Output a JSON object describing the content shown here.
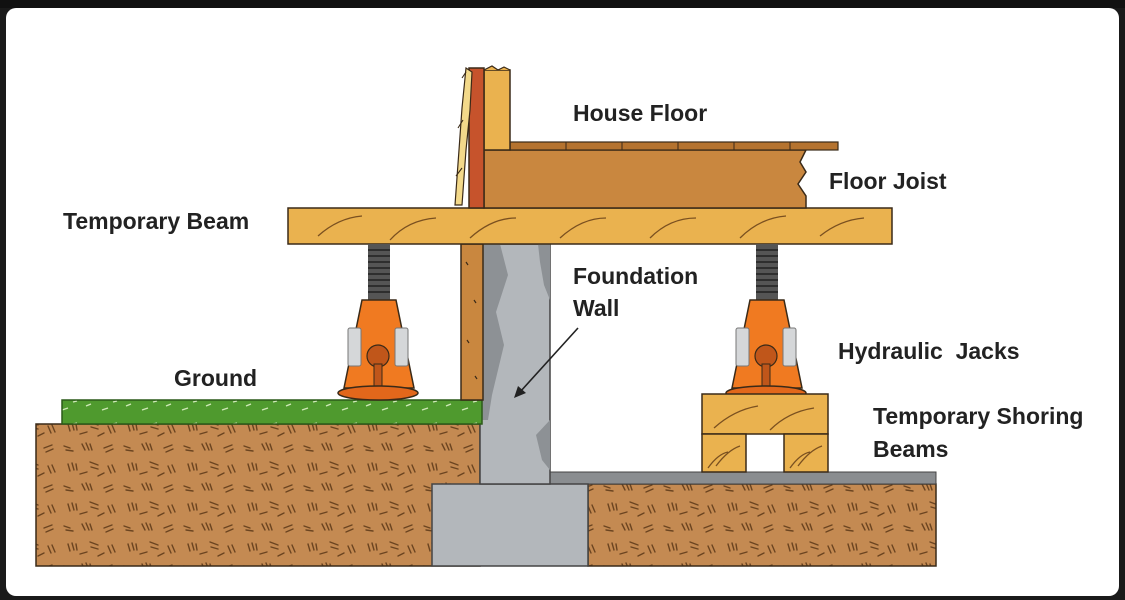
{
  "diagram": {
    "labels": {
      "house_floor": "House Floor",
      "floor_joist": "Floor Joist",
      "temporary_beam": "Temporary Beam",
      "foundation_wall_line1": "Foundation",
      "foundation_wall_line2": "Wall",
      "hydraulic_jacks": "Hydraulic  Jacks",
      "ground": "Ground",
      "temporary_shoring_line1": "Temporary Shoring",
      "temporary_shoring_line2": "Beams"
    },
    "colors": {
      "wood": "#eab24f",
      "joist": "#c9873f",
      "soil": "#c48a52",
      "grass": "#4f9a2e",
      "concrete": "#b3b7bb",
      "jack": "#f07a21",
      "sill_plate": "#c6532c"
    }
  }
}
